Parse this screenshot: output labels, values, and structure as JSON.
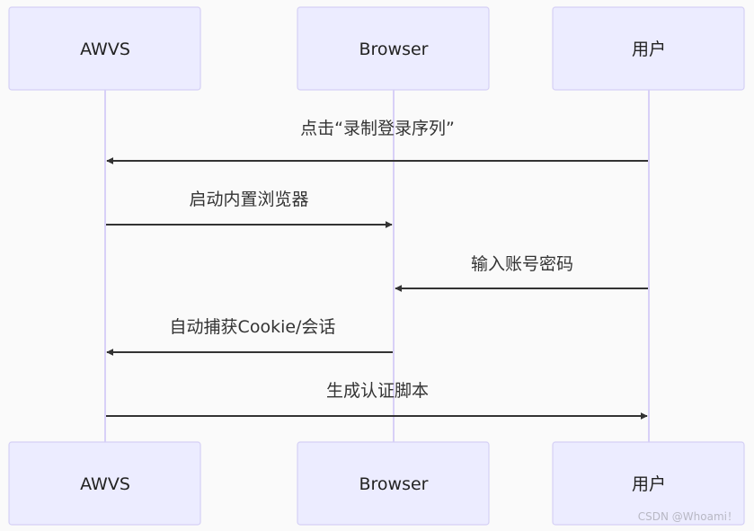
{
  "participants": [
    {
      "id": "awvs",
      "label": "AWVS"
    },
    {
      "id": "browser",
      "label": "Browser"
    },
    {
      "id": "user",
      "label": "用户"
    }
  ],
  "messages": [
    {
      "from": "user",
      "to": "awvs",
      "label": "点击“录制登录序列”"
    },
    {
      "from": "awvs",
      "to": "browser",
      "label": "启动内置浏览器"
    },
    {
      "from": "user",
      "to": "browser",
      "label": "输入账号密码"
    },
    {
      "from": "browser",
      "to": "awvs",
      "label": "自动捕获Cookie/会话"
    },
    {
      "from": "awvs",
      "to": "user",
      "label": "生成认证脚本"
    }
  ],
  "watermark": "CSDN @Whoami！"
}
